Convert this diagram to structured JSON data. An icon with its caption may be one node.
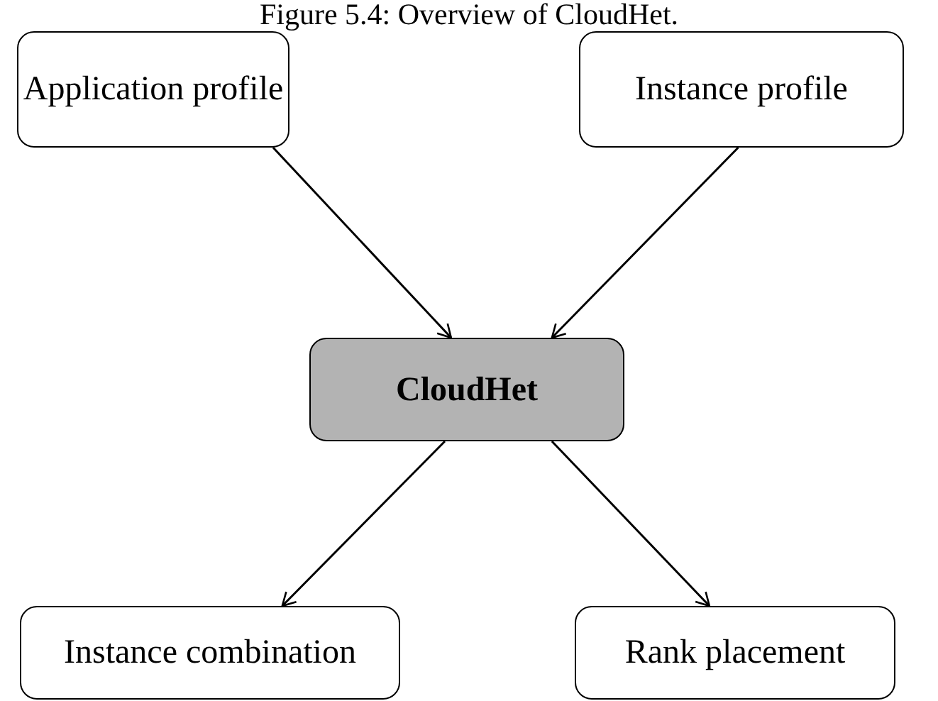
{
  "diagram": {
    "title": "Figure 5.4: Overview of CloudHet.",
    "nodes": [
      {
        "text": [
          "Application profile"
        ]
      },
      {
        "text": [
          "Instance profile"
        ]
      },
      {
        "text": [
          "CloudHet"
        ]
      },
      {
        "text": [
          "Instance combination"
        ]
      },
      {
        "text": [
          "Rank placement"
        ]
      }
    ],
    "edges": [
      {
        "from": 0,
        "to": 2,
        "arrow": "to"
      },
      {
        "from": 1,
        "to": 2,
        "arrow": "to"
      },
      {
        "from": 2,
        "to": 3,
        "arrow": "to"
      },
      {
        "from": 2,
        "to": 4,
        "arrow": "to"
      }
    ]
  }
}
